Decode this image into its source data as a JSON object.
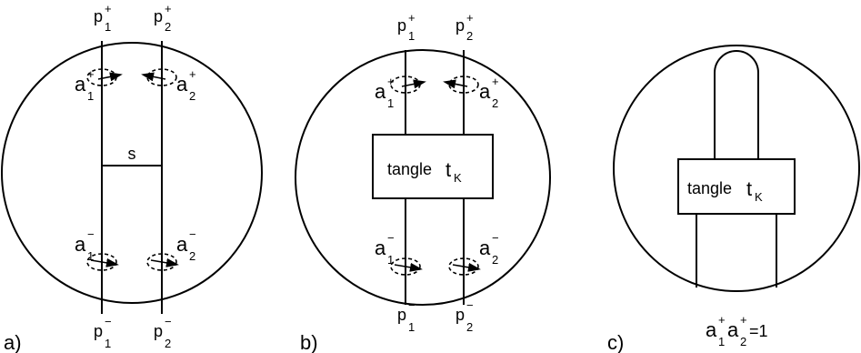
{
  "panels": [
    {
      "tag": "a)",
      "strands": {
        "top_left": "p",
        "top_right": "p",
        "bottom_left": "p",
        "bottom_right": "p"
      },
      "generators": {
        "tl": "a",
        "tr": "a",
        "bl": "a",
        "br": "a"
      },
      "segment_label": "s"
    },
    {
      "tag": "b)",
      "box_word": "tangle",
      "box_sym": "t",
      "box_sub": "K"
    },
    {
      "tag": "c)",
      "box_word": "tangle",
      "box_sym": "t",
      "box_sub": "K",
      "relation": {
        "a": "a",
        "eq": "=1"
      }
    }
  ],
  "indices": {
    "one": "1",
    "two": "2",
    "plus": "+",
    "minus": "−"
  }
}
